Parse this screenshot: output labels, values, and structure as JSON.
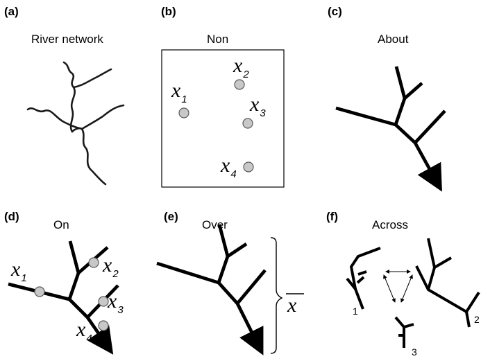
{
  "panels": {
    "a": {
      "label": "(a)",
      "title": "River network"
    },
    "b": {
      "label": "(b)",
      "title": "Non"
    },
    "c": {
      "label": "(c)",
      "title": "About"
    },
    "d": {
      "label": "(d)",
      "title": "On"
    },
    "e": {
      "label": "(e)",
      "title": "Over"
    },
    "f": {
      "label": "(f)",
      "title": "Across"
    }
  },
  "variable": "x",
  "site_subscripts": [
    "1",
    "2",
    "3",
    "4"
  ],
  "mean_symbol": "x",
  "network_numbers": [
    "1",
    "2",
    "3"
  ],
  "colors": {
    "site_fill": "#c8c8c8",
    "line": "#000000"
  }
}
